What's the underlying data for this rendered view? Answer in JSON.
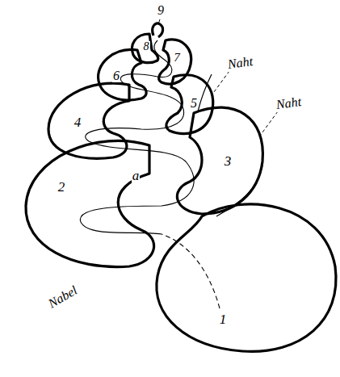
{
  "diagram": {
    "labels": [
      "9",
      "8",
      "7",
      "Naht",
      "6",
      "5",
      "Naht",
      "4",
      "a",
      "3",
      "2",
      "Nabel",
      "1"
    ]
  }
}
